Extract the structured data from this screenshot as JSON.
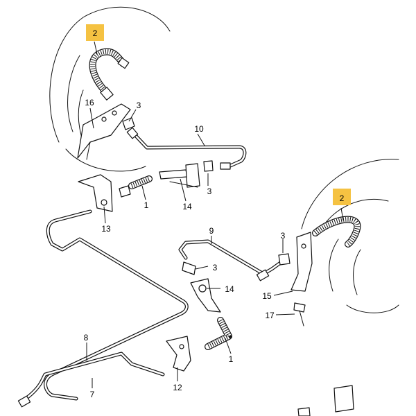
{
  "callouts": {
    "c2_top": "2",
    "c16": "16",
    "c3_top": "3",
    "c10": "10",
    "c3_mid": "3",
    "c1_top": "1",
    "c14_top": "14",
    "c13": "13",
    "c2_right": "2",
    "c9": "9",
    "c3_right": "3",
    "c3_lower": "3",
    "c14_lower": "14",
    "c15": "15",
    "c17": "17",
    "c8": "8",
    "c1_lower": "1",
    "c12": "12",
    "c7": "7"
  },
  "colors": {
    "highlight": "#f5c242",
    "line": "#111111",
    "background": "#ffffff"
  }
}
